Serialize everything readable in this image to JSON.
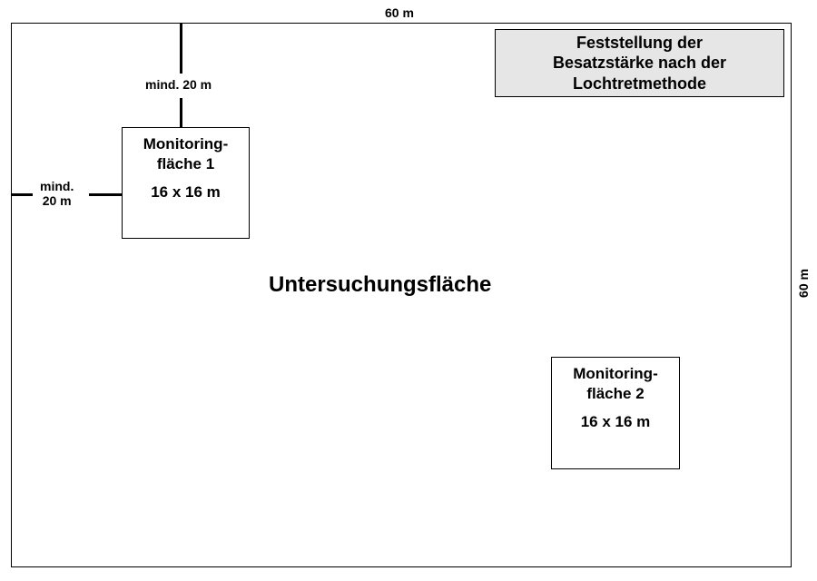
{
  "diagram": {
    "dimension_top": "60 m",
    "dimension_right": "60 m",
    "title": "Feststellung der\nBesatzstärke nach der\nLochtretmethode",
    "area_label": "Untersuchungsfläche",
    "plot1": {
      "name": "Monitoring-\nfläche 1",
      "size": "16 x 16 m"
    },
    "plot2": {
      "name": "Monitoring-\nfläche 2",
      "size": "16 x 16 m"
    },
    "min_distance_top": "mind. 20 m",
    "min_distance_left": "mind.\n20 m"
  }
}
